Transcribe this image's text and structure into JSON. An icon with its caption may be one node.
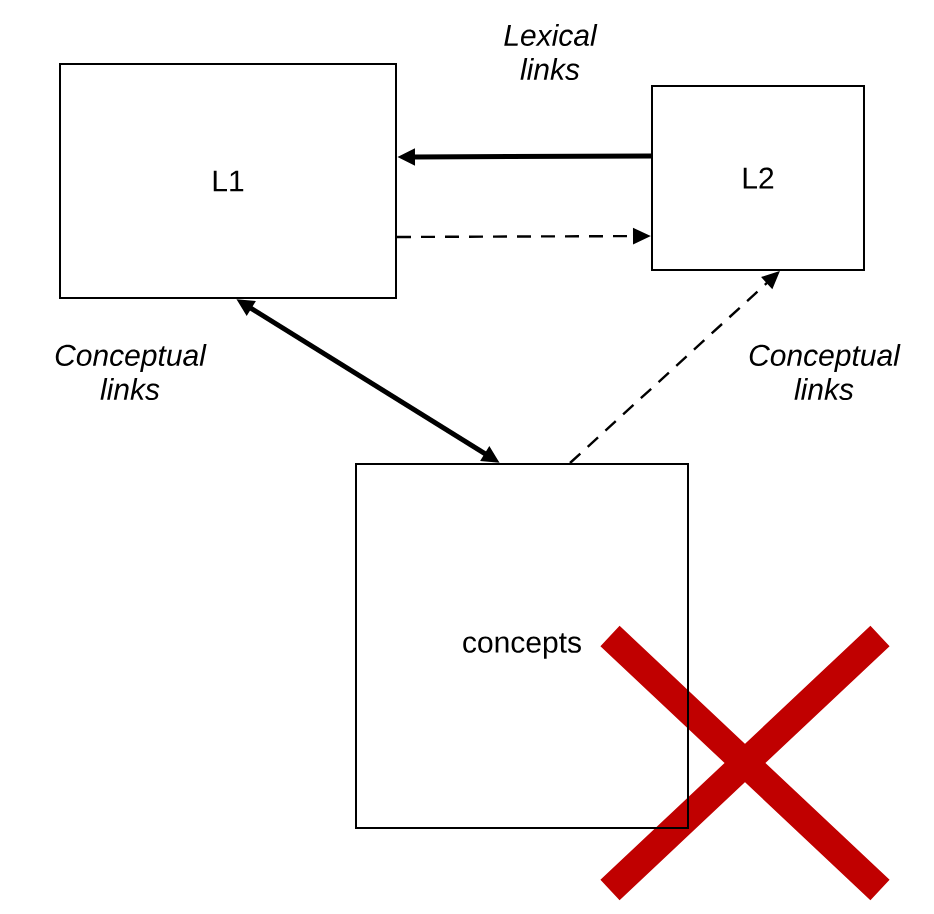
{
  "diagram": {
    "nodes": [
      {
        "text": [
          "L1"
        ]
      },
      {
        "text": [
          "L2"
        ]
      },
      {
        "text": [
          "concepts"
        ]
      }
    ],
    "edges": [
      {
        "from": 1,
        "to": 0,
        "arrow": "to"
      },
      {
        "from": 0,
        "to": 1,
        "arrow": "to",
        "style": "dashed"
      },
      {
        "from": 0,
        "to": 2,
        "arrow": "both",
        "label": "Conceptual links"
      },
      {
        "from": 2,
        "to": 1,
        "arrow": "to",
        "style": "dashed",
        "label": "Conceptual links"
      }
    ],
    "labels": [
      "Lexical links"
    ]
  }
}
